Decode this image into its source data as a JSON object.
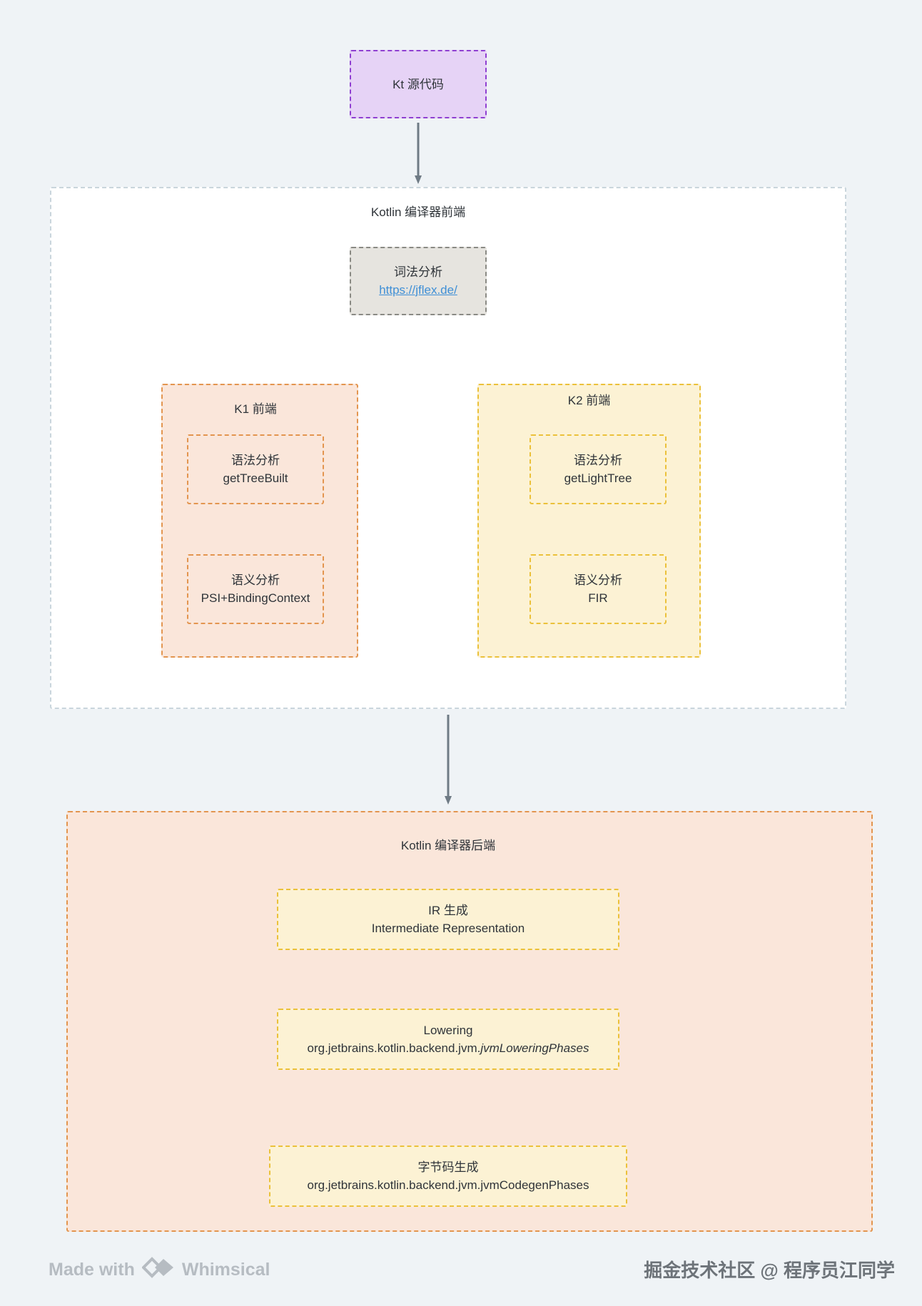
{
  "nodes": {
    "source": "Kt 源代码",
    "frontend_title": "Kotlin 编译器前端",
    "lexer_title": "词法分析",
    "lexer_link": "https://jflex.de/",
    "k1_title": "K1 前端",
    "k1_parse_title": "语法分析",
    "k1_parse_sub": "getTreeBuilt",
    "k1_sem_title": "语义分析",
    "k1_sem_sub": "PSI+BindingContext",
    "k2_title": "K2 前端",
    "k2_parse_title": "语法分析",
    "k2_parse_sub": "getLightTree",
    "k2_sem_title": "语义分析",
    "k2_sem_sub": "FIR",
    "backend_title": "Kotlin 编译器后端",
    "ir_title": "IR 生成",
    "ir_sub": "Intermediate Representation",
    "lowering_title": "Lowering",
    "lowering_sub_prefix": "org.jetbrains.kotlin.backend.jvm.",
    "lowering_sub_italic": "jvmLoweringPhases",
    "bytecode_title": "字节码生成",
    "bytecode_sub": "org.jetbrains.kotlin.backend.jvm.jvmCodegenPhases"
  },
  "footer": {
    "made_with": "Made with",
    "brand": "Whimsical",
    "watermark": "掘金技术社区 @ 程序员江同学"
  },
  "colors": {
    "background": "#eff3f6",
    "purple_fill": "#e6d3f6",
    "peach_fill": "#fae6da",
    "yellow_fill": "#fcf2d4",
    "grey_fill": "#e6e4df",
    "connector": "#6f7b85"
  },
  "icons": {
    "brand_logo": "whimsical-logo-icon"
  }
}
